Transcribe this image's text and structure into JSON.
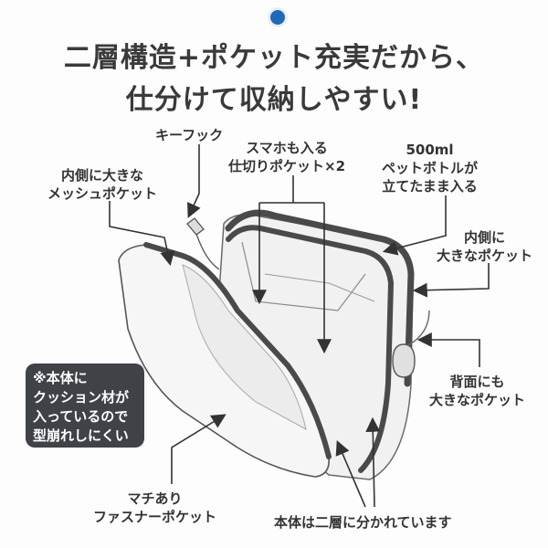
{
  "headline": {
    "line1": "二層構造+ポケット充実だから、",
    "line2": "仕分けて収納しやすい!"
  },
  "labels": {
    "key_hook": "キーフック",
    "smartphone": [
      "スマホも入る",
      "仕切りポケット×2"
    ],
    "bottle": [
      "500ml",
      "ペットボトルが",
      "立てたまま入る"
    ],
    "mesh_pocket": [
      "内側に大きな",
      "メッシュポケット"
    ],
    "inner_pocket": [
      "内側に",
      "大きなポケット"
    ],
    "back_pocket": [
      "背面にも",
      "大きなポケット"
    ],
    "gusset_pocket": [
      "マチあり",
      "ファスナーポケット"
    ],
    "two_layer": "本体は二層に分かれています"
  },
  "note": {
    "lines": [
      "※本体に",
      "クッション材が",
      "入っているので",
      "型崩れしにくい"
    ]
  },
  "colors": {
    "background": "#fdfdfd",
    "text": "#333333",
    "note_bg": "#3f4348",
    "bag_outline": "#555555",
    "zipper": "#4a4a4a",
    "tag_hole": "#1e6ab8"
  }
}
